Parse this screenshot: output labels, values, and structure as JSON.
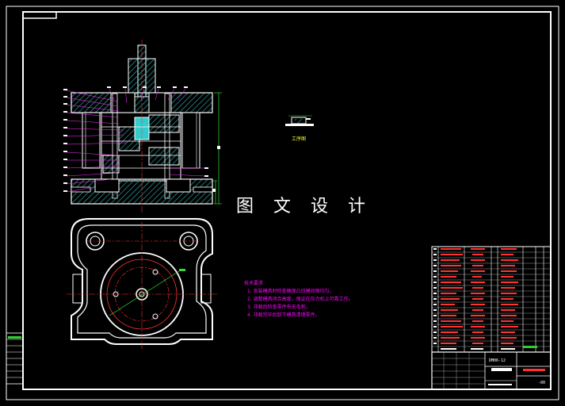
{
  "watermark": "图 文 设 计",
  "view_caption": "工序图",
  "tech_requirements": {
    "title": "技术要求",
    "items": [
      "1. 安装模具时检查确保凸凹模间隙均匀。",
      "2. 调整模具闭合高度，保证在压力机上可靠工作。",
      "3. 冲裁后检查零件有无毛刺。",
      "4. 冲裁完毕后卸下模具清理零件。"
    ]
  },
  "title_block": {
    "drawing_code": "DM06-12",
    "sheet": "-00"
  },
  "colors": {
    "frame": "#ffffff",
    "hatch": "#33aaaa",
    "centerline": "#ff3333",
    "dimension": "#33dd33",
    "note": "#ff33ff",
    "parts": "#ff3333"
  }
}
